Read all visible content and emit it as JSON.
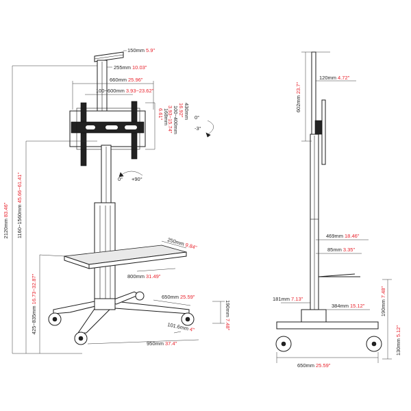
{
  "dimensions": {
    "d150": {
      "mm": "150mm",
      "in": "5.9\""
    },
    "d255": {
      "mm": "255mm",
      "in": "10.03\""
    },
    "d660": {
      "mm": "660mm",
      "in": "25.96\""
    },
    "d100_600": {
      "mm": "100~600mm",
      "in": "3.93~23.62\""
    },
    "d100_400": {
      "mm": "100~400mm",
      "in": "3.93~15.74\""
    },
    "d168": {
      "mm": "168mm",
      "in": "6.61\""
    },
    "d430": {
      "mm": "430mm",
      "in": "16.92\""
    },
    "d2120": {
      "mm": "2120mm",
      "in": "83.46\""
    },
    "d1160": {
      "mm": "1160~1560mm",
      "in": "45.66~61.41\""
    },
    "d425": {
      "mm": "425~835mm",
      "in": "16.73~32.87\""
    },
    "d250": {
      "mm": "250mm",
      "in": "9.84\""
    },
    "d800": {
      "mm": "800mm",
      "in": "31.49\""
    },
    "d650a": {
      "mm": "650mm",
      "in": "25.59\""
    },
    "d190a": {
      "mm": "190mm",
      "in": "7.48\""
    },
    "d101": {
      "mm": "101.6mm",
      "in": "4\""
    },
    "d950": {
      "mm": "950mm",
      "in": "37.4\""
    },
    "d602": {
      "mm": "602mm",
      "in": "23.7\""
    },
    "d120": {
      "mm": "120mm",
      "in": "4.72\""
    },
    "d469": {
      "mm": "469mm",
      "in": "18.46\""
    },
    "d85": {
      "mm": "85mm",
      "in": "3.35\""
    },
    "d181": {
      "mm": "181mm",
      "in": "7.13\""
    },
    "d384": {
      "mm": "384mm",
      "in": "15.12\""
    },
    "d190b": {
      "mm": "190mm",
      "in": "7.48\""
    },
    "d130": {
      "mm": "130mm",
      "in": "5.12\""
    },
    "d650b": {
      "mm": "650mm",
      "in": "25.59\""
    }
  },
  "rotations": {
    "tilt_a": "0°",
    "tilt_b": "-3°",
    "swivel_a": "0°",
    "swivel_b": "+90°"
  },
  "colors": {
    "line": "#1a1a1a",
    "imperial": "#e8202a",
    "metric": "#222222"
  }
}
